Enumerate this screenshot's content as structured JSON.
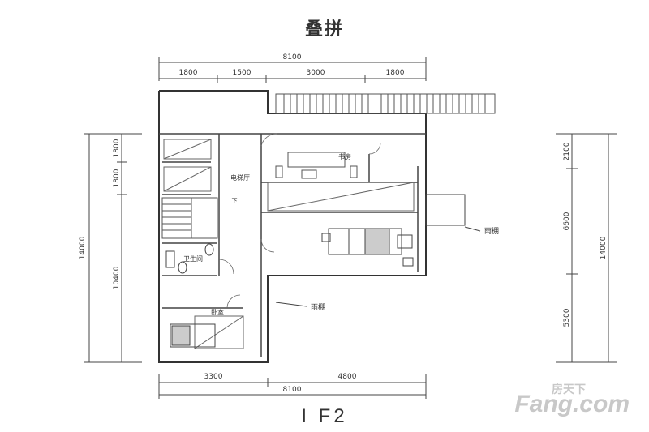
{
  "title": "叠拼",
  "floor_label": "I F2",
  "dimensions": {
    "top_total": "8100",
    "top_segments": [
      "1800",
      "1500",
      "3000",
      "1800"
    ],
    "bottom_segments": [
      "3300",
      "4800"
    ],
    "bottom_total": "8100",
    "left_total": "14000",
    "left_segments": [
      "1800",
      "1800",
      "10400"
    ],
    "right_total": "14000",
    "right_segments": [
      "2100",
      "6600",
      "5300"
    ]
  },
  "rooms": {
    "elevator_hall": "电梯厅",
    "study": "书房",
    "bathroom": "卫生间",
    "bedroom": "卧室",
    "canopy_right": "雨棚",
    "canopy_bottom": "雨棚",
    "stair_down": "下"
  },
  "watermark": {
    "cn": "房天下",
    "en": "Fang.com"
  }
}
